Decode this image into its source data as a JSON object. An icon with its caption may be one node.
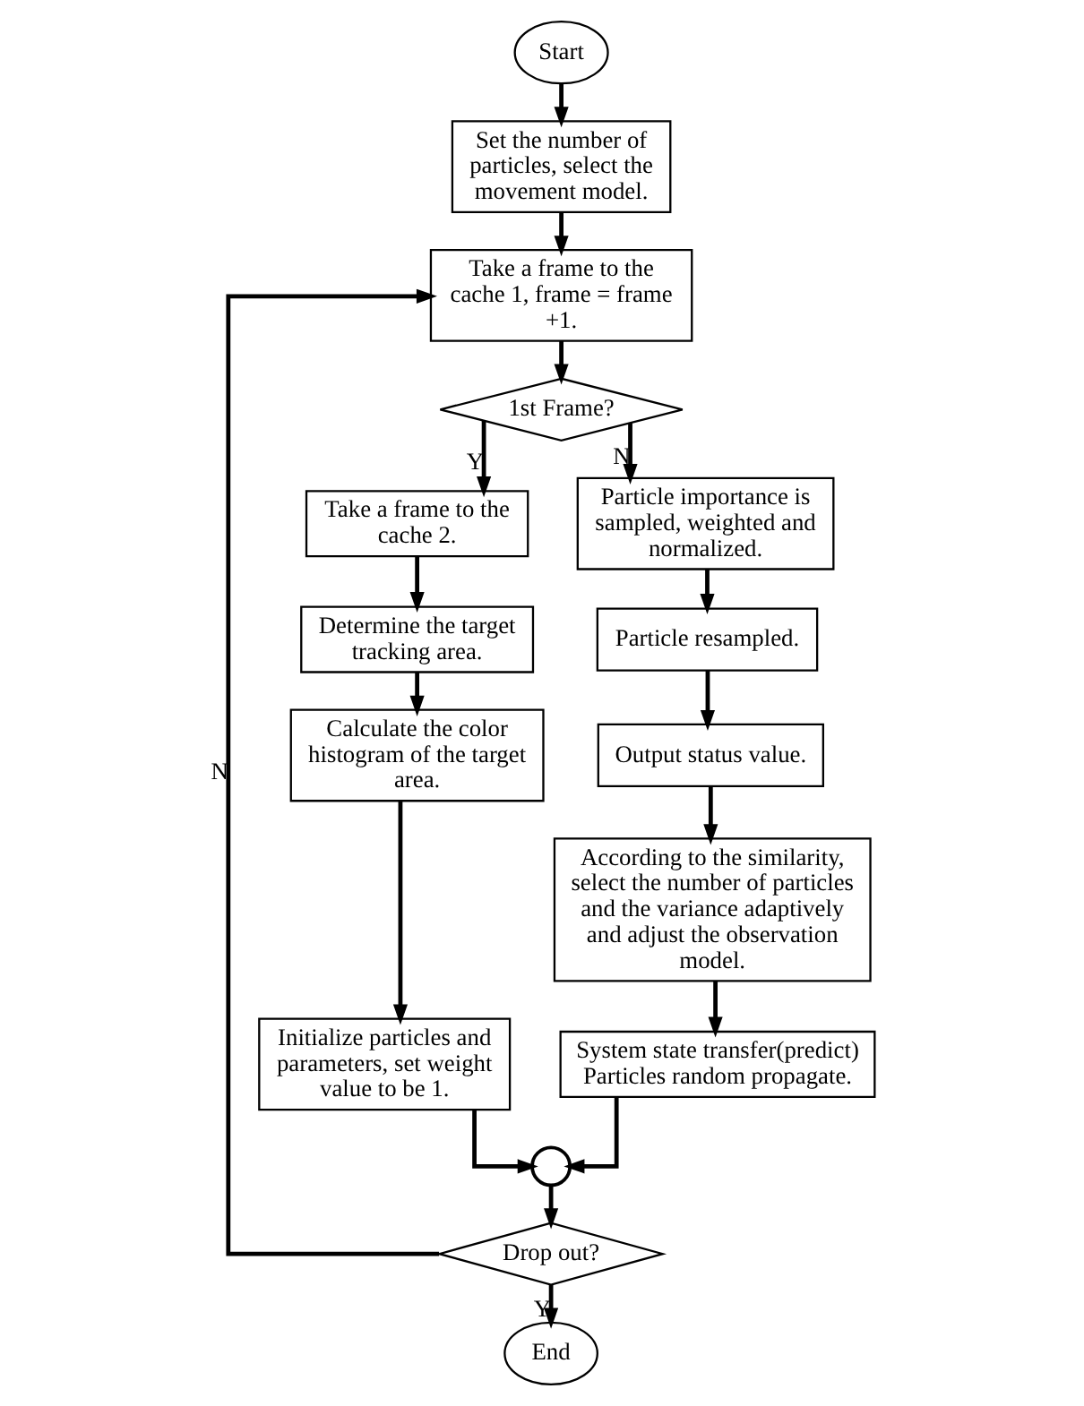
{
  "diagram": {
    "nodes": [
      {
        "text": [
          "Start"
        ]
      },
      {
        "text": [
          "Set the number of particles, select the movement model."
        ]
      },
      {
        "text": [
          "Take a frame to the cache 1, frame = frame +1."
        ]
      },
      {
        "text": [
          "1st Frame?"
        ]
      },
      {
        "text": [
          "Take a frame to the cache 2."
        ]
      },
      {
        "text": [
          "Determine the target tracking area."
        ]
      },
      {
        "text": [
          "Calculate the color histogram of the target area."
        ]
      },
      {
        "text": [
          "Initialize particles and parameters, set weight value to be 1."
        ]
      },
      {
        "text": [
          "Particle importance is sampled, weighted and normalized."
        ]
      },
      {
        "text": [
          "Particle resampled."
        ]
      },
      {
        "text": [
          "Output status value."
        ]
      },
      {
        "text": [
          "According to the similarity, select the number of particles and the variance adaptively and adjust the observation model."
        ]
      },
      {
        "text": [
          "System state transfer(predict) Particles random propagate."
        ]
      },
      {
        "text": [],
        "shape": "circle"
      },
      {
        "text": [
          "Drop out?"
        ]
      },
      {
        "text": [
          "End"
        ]
      }
    ],
    "edges": [
      {
        "from": 0,
        "to": 1,
        "arrow": "to"
      },
      {
        "from": 1,
        "to": 2,
        "arrow": "to"
      },
      {
        "from": 2,
        "to": 3,
        "arrow": "to"
      },
      {
        "from": 3,
        "to": 4,
        "arrow": "to",
        "label": "Y"
      },
      {
        "from": 3,
        "to": 8,
        "arrow": "to",
        "label": "N"
      },
      {
        "from": 4,
        "to": 5,
        "arrow": "to"
      },
      {
        "from": 5,
        "to": 6,
        "arrow": "to"
      },
      {
        "from": 6,
        "to": 7,
        "arrow": "to"
      },
      {
        "from": 8,
        "to": 9,
        "arrow": "to"
      },
      {
        "from": 9,
        "to": 10,
        "arrow": "to"
      },
      {
        "from": 10,
        "to": 11,
        "arrow": "to"
      },
      {
        "from": 11,
        "to": 12,
        "arrow": "to"
      },
      {
        "from": 7,
        "to": 13,
        "arrow": "to"
      },
      {
        "from": 12,
        "to": 13,
        "arrow": "to"
      },
      {
        "from": 13,
        "to": 14,
        "arrow": "to"
      },
      {
        "from": 14,
        "to": 2,
        "arrow": "to",
        "label": "N"
      },
      {
        "from": 14,
        "to": 15,
        "arrow": "to",
        "label": "Y"
      }
    ]
  }
}
